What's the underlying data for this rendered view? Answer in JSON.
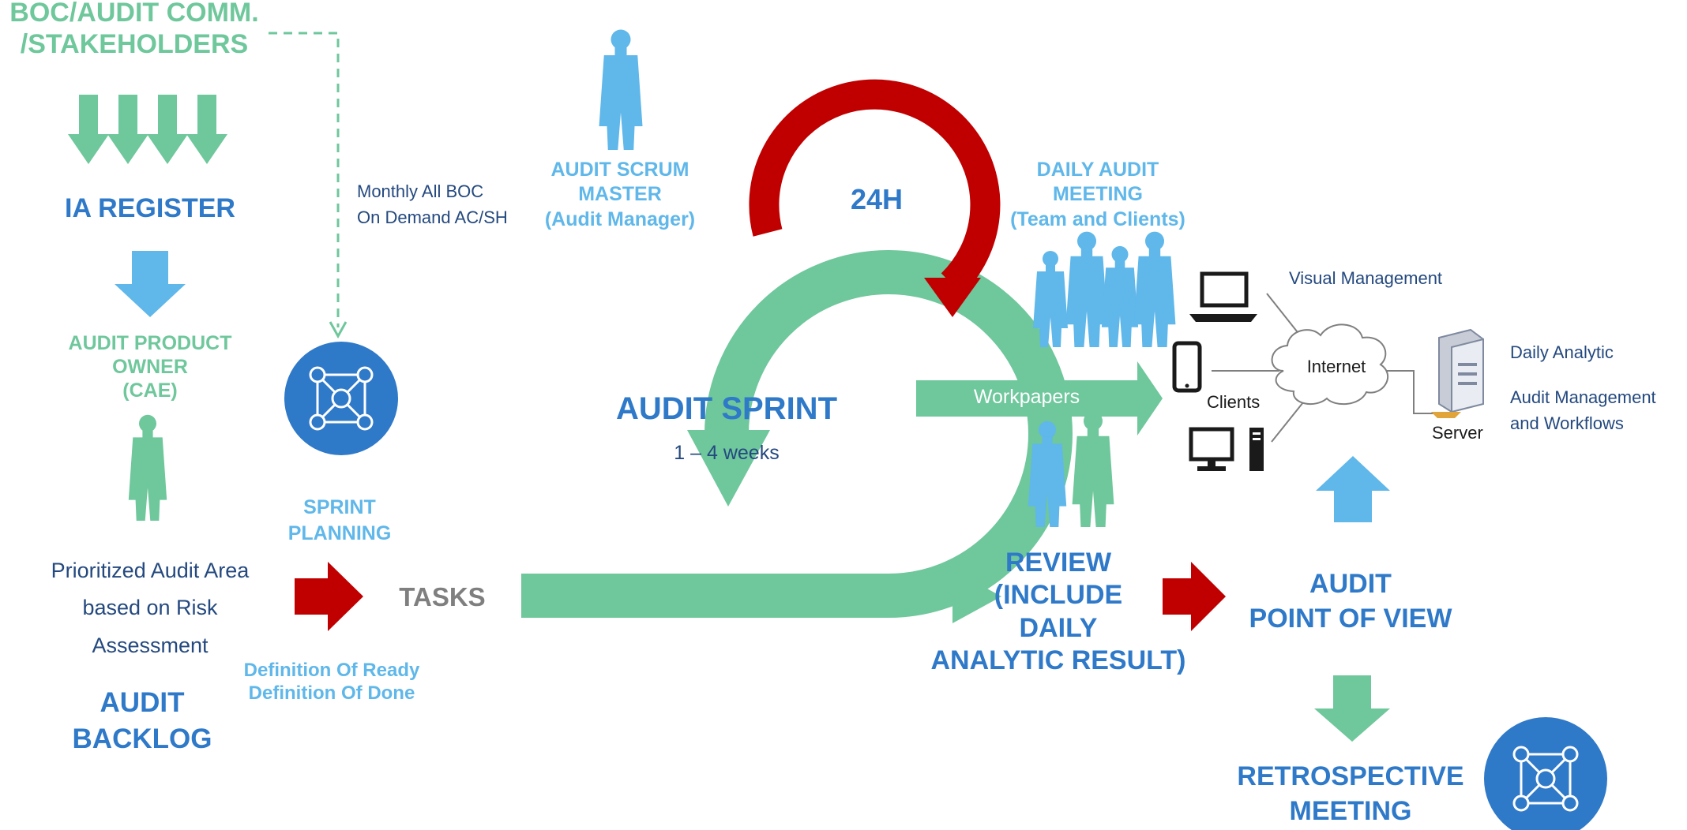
{
  "stakeholders": {
    "line1": "BOC/AUDIT COMM.",
    "line2": "/STAKEHOLDERS"
  },
  "ia_register": "IA REGISTER",
  "product_owner": {
    "line1": "AUDIT PRODUCT",
    "line2": "OWNER",
    "line3": "(CAE)"
  },
  "prioritized": {
    "line1": "Prioritized Audit Area",
    "line2": "based on Risk",
    "line3": "Assessment"
  },
  "backlog": {
    "line1": "AUDIT",
    "line2": "BACKLOG"
  },
  "boc_schedule": {
    "line1": "Monthly All BOC",
    "line2": "On Demand AC/SH"
  },
  "sprint_planning": {
    "line1": "SPRINT",
    "line2": "PLANNING"
  },
  "tasks": "TASKS",
  "definitions": {
    "ready": "Definition Of Ready",
    "done": "Definition Of Done"
  },
  "scrum_master": {
    "line1": "AUDIT SCRUM",
    "line2": "MASTER",
    "line3": "(Audit Manager)"
  },
  "cycle_label": "24H",
  "sprint": {
    "title": "AUDIT SPRINT",
    "duration": "1 – 4 weeks"
  },
  "workpapers": "Workpapers",
  "daily_meeting": {
    "line1": "DAILY AUDIT",
    "line2": "MEETING",
    "line3": "(Team and Clients)"
  },
  "review": {
    "line1": "REVIEW",
    "line2": "(INCLUDE",
    "line3": "DAILY",
    "line4": "ANALYTIC RESULT)"
  },
  "point_of_view": {
    "line1": "AUDIT",
    "line2": "POINT OF VIEW"
  },
  "retrospective": {
    "line1": "RETROSPECTIVE",
    "line2": "MEETING"
  },
  "network": {
    "visual_management": "Visual Management",
    "internet": "Internet",
    "clients": "Clients",
    "server": "Server",
    "daily_analytic": "Daily Analytic",
    "audit_mgmt_line1": "Audit Management",
    "audit_mgmt_line2": "and Workflows"
  },
  "colors": {
    "green": "#6fc79c",
    "red": "#c00000",
    "blue": "#2f79c9",
    "light_blue": "#5fb7ea",
    "navy": "#24497f",
    "gray": "#7f7f7f"
  }
}
